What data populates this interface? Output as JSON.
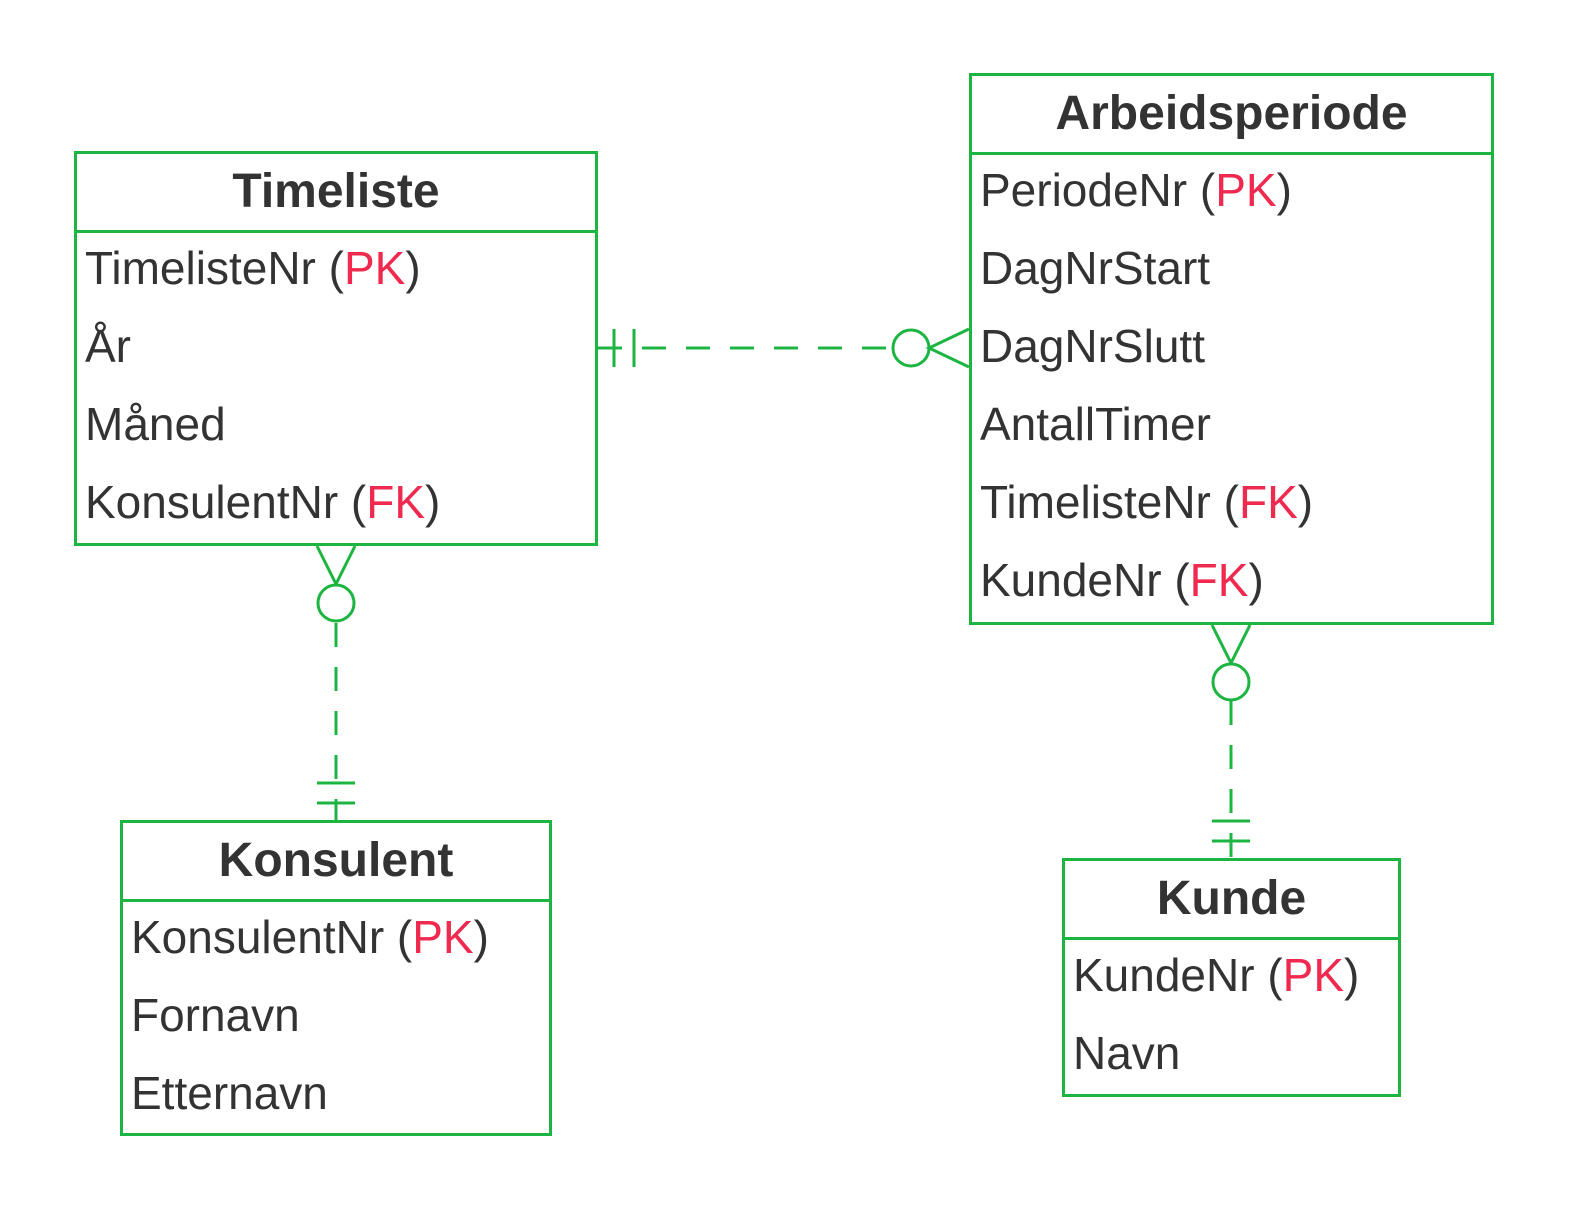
{
  "colors": {
    "border": "#1db541",
    "text": "#333333",
    "key": "#f0294f"
  },
  "entities": {
    "timeliste": {
      "title": "Timeliste",
      "attributes": [
        {
          "name": "TimelisteNr",
          "key": "PK"
        },
        {
          "name": "År"
        },
        {
          "name": "Måned"
        },
        {
          "name": "KonsulentNr",
          "key": "FK"
        }
      ]
    },
    "arbeidsperiode": {
      "title": "Arbeidsperiode",
      "attributes": [
        {
          "name": "PeriodeNr",
          "key": "PK"
        },
        {
          "name": "DagNrStart"
        },
        {
          "name": "DagNrSlutt"
        },
        {
          "name": "AntallTimer"
        },
        {
          "name": "TimelisteNr",
          "key": "FK"
        },
        {
          "name": "KundeNr",
          "key": "FK"
        }
      ]
    },
    "konsulent": {
      "title": "Konsulent",
      "attributes": [
        {
          "name": "KonsulentNr",
          "key": "PK"
        },
        {
          "name": "Fornavn"
        },
        {
          "name": "Etternavn"
        }
      ]
    },
    "kunde": {
      "title": "Kunde",
      "attributes": [
        {
          "name": "KundeNr",
          "key": "PK"
        },
        {
          "name": "Navn"
        }
      ]
    }
  },
  "relationships": [
    {
      "from": "timeliste",
      "from_cardinality": "one-and-only-one",
      "to": "arbeidsperiode",
      "to_cardinality": "zero-or-many",
      "line_style": "dashed"
    },
    {
      "from": "konsulent",
      "from_cardinality": "one-and-only-one",
      "to": "timeliste",
      "to_cardinality": "zero-or-many",
      "line_style": "dashed"
    },
    {
      "from": "kunde",
      "from_cardinality": "one-and-only-one",
      "to": "arbeidsperiode",
      "to_cardinality": "zero-or-many",
      "line_style": "dashed"
    }
  ]
}
